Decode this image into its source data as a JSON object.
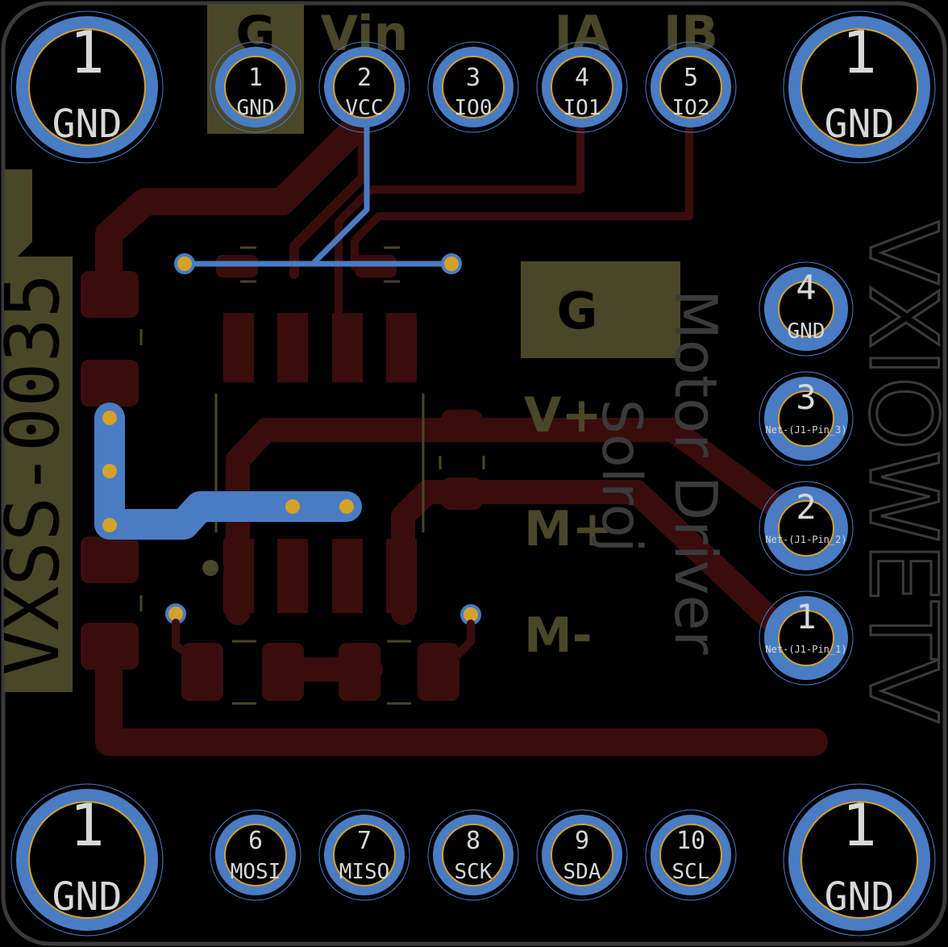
{
  "board": {
    "id_text": "VXSS-0035",
    "brand_text": "VXIOWETV",
    "product_text": "Motor Driver",
    "brand_logo_text": "Solroj"
  },
  "silkscreen": {
    "top_g": "G",
    "top_vin": "Vin",
    "top_ia": "IA",
    "top_ib": "IB",
    "right_g": "G",
    "right_vplus": "V+",
    "right_mplus": "M+",
    "right_mminus": "M-"
  },
  "corner_pads": [
    {
      "number": "1",
      "net": "GND"
    },
    {
      "number": "1",
      "net": "GND"
    },
    {
      "number": "1",
      "net": "GND"
    },
    {
      "number": "1",
      "net": "GND"
    }
  ],
  "top_header": [
    {
      "number": "1",
      "net": "GND"
    },
    {
      "number": "2",
      "net": "VCC"
    },
    {
      "number": "3",
      "net": "IO0"
    },
    {
      "number": "4",
      "net": "IO1"
    },
    {
      "number": "5",
      "net": "IO2"
    }
  ],
  "bottom_header": [
    {
      "number": "6",
      "net": "MOSI"
    },
    {
      "number": "7",
      "net": "MISO"
    },
    {
      "number": "8",
      "net": "SCK"
    },
    {
      "number": "9",
      "net": "SDA"
    },
    {
      "number": "10",
      "net": "SCL"
    }
  ],
  "right_header": [
    {
      "number": "4",
      "net": "GND"
    },
    {
      "number": "3",
      "net": "Net-(J1-Pin_3)"
    },
    {
      "number": "2",
      "net": "Net-(J1-Pin_2)"
    },
    {
      "number": "1",
      "net": "Net-(J1-Pin_1)"
    }
  ],
  "colors": {
    "background": "#000000",
    "board_outline": "#3a3a3a",
    "copper_pad": "#4a7cc4",
    "pad_ring": "#d4a22a",
    "bottom_copper": "#3a0d0d",
    "silkscreen": "#4a4628",
    "pad_text": "#d8d8d8"
  }
}
